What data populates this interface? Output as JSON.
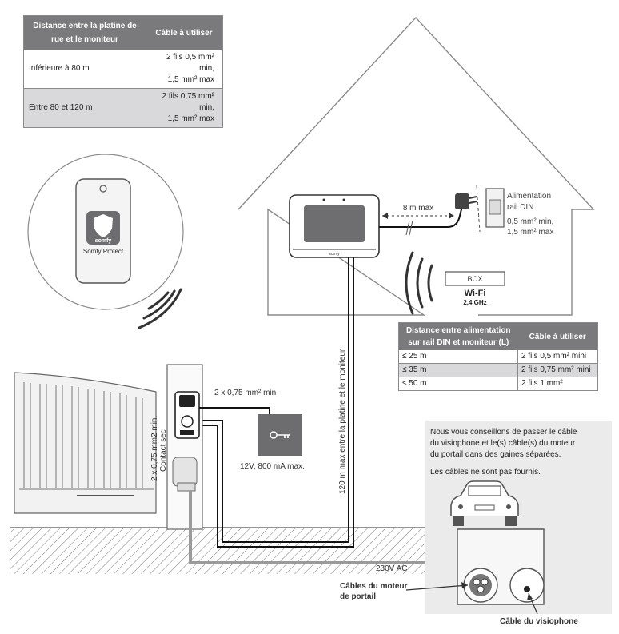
{
  "table_cable_street": {
    "header_col1": "Distance entre la platine de rue et le moniteur",
    "header_col2": "Câble à utiliser",
    "rows": [
      {
        "distance": "Inférieure à 80 m",
        "cable_line1": "2 fils 0,5 mm² min,",
        "cable_line2": "1,5 mm² max"
      },
      {
        "distance": "Entre 80 et 120 m",
        "cable_line1": "2 fils 0,75 mm² min,",
        "cable_line2": "1,5 mm² max"
      }
    ]
  },
  "table_cable_power": {
    "header_col1": "Distance entre alimentation sur rail DIN et moniteur (L)",
    "header_col2": "Câble à utiliser",
    "rows": [
      {
        "distance": "≤ 25 m",
        "cable": "2 fils 0,5 mm² mini"
      },
      {
        "distance": "≤ 35 m",
        "cable": "2 fils 0,75 mm² mini"
      },
      {
        "distance": "≤ 50 m",
        "cable": "2 fils 1 mm²"
      }
    ]
  },
  "labels": {
    "somfy_logo": "somfy",
    "somfy_protect": "Somfy Protect",
    "distance_max": "8 m max",
    "power_supply_line1": "Alimentation",
    "power_supply_line2": "rail DIN",
    "power_supply_spec1": "0,5 mm² min,",
    "power_supply_spec2": "1,5 mm² max",
    "box": "BOX",
    "wifi": "Wi-Fi",
    "wifi_band": "2,4 GHz",
    "cable_gate_lock": "2 x 0,75 mm² min",
    "lock_power": "12V, 800 mA max.",
    "vertical_120m": "120 m max entre la platine et le moniteur",
    "contact_line1": "2 x 0,75 mm2 min.",
    "contact_line2": "Contact sec",
    "ac_label": "230V AC",
    "advice_line1": "Nous vous conseillons de passer le câble",
    "advice_line2": "du visiophone et le(s) câble(s) du moteur",
    "advice_line3": "du portail dans des gaines séparées.",
    "advice_line4": "Les câbles ne sont pas fournis.",
    "motor_cables_line1": "Câbles du moteur",
    "motor_cables_line2": "de portail",
    "intercom_cable": "Câble du visiophone"
  },
  "colors": {
    "table_header": "#7a7a7c",
    "table_shade": "#d9d9db",
    "line_gray": "#8a8a8a",
    "cable_black": "#111111",
    "ground_gray": "#e6e6e6"
  }
}
